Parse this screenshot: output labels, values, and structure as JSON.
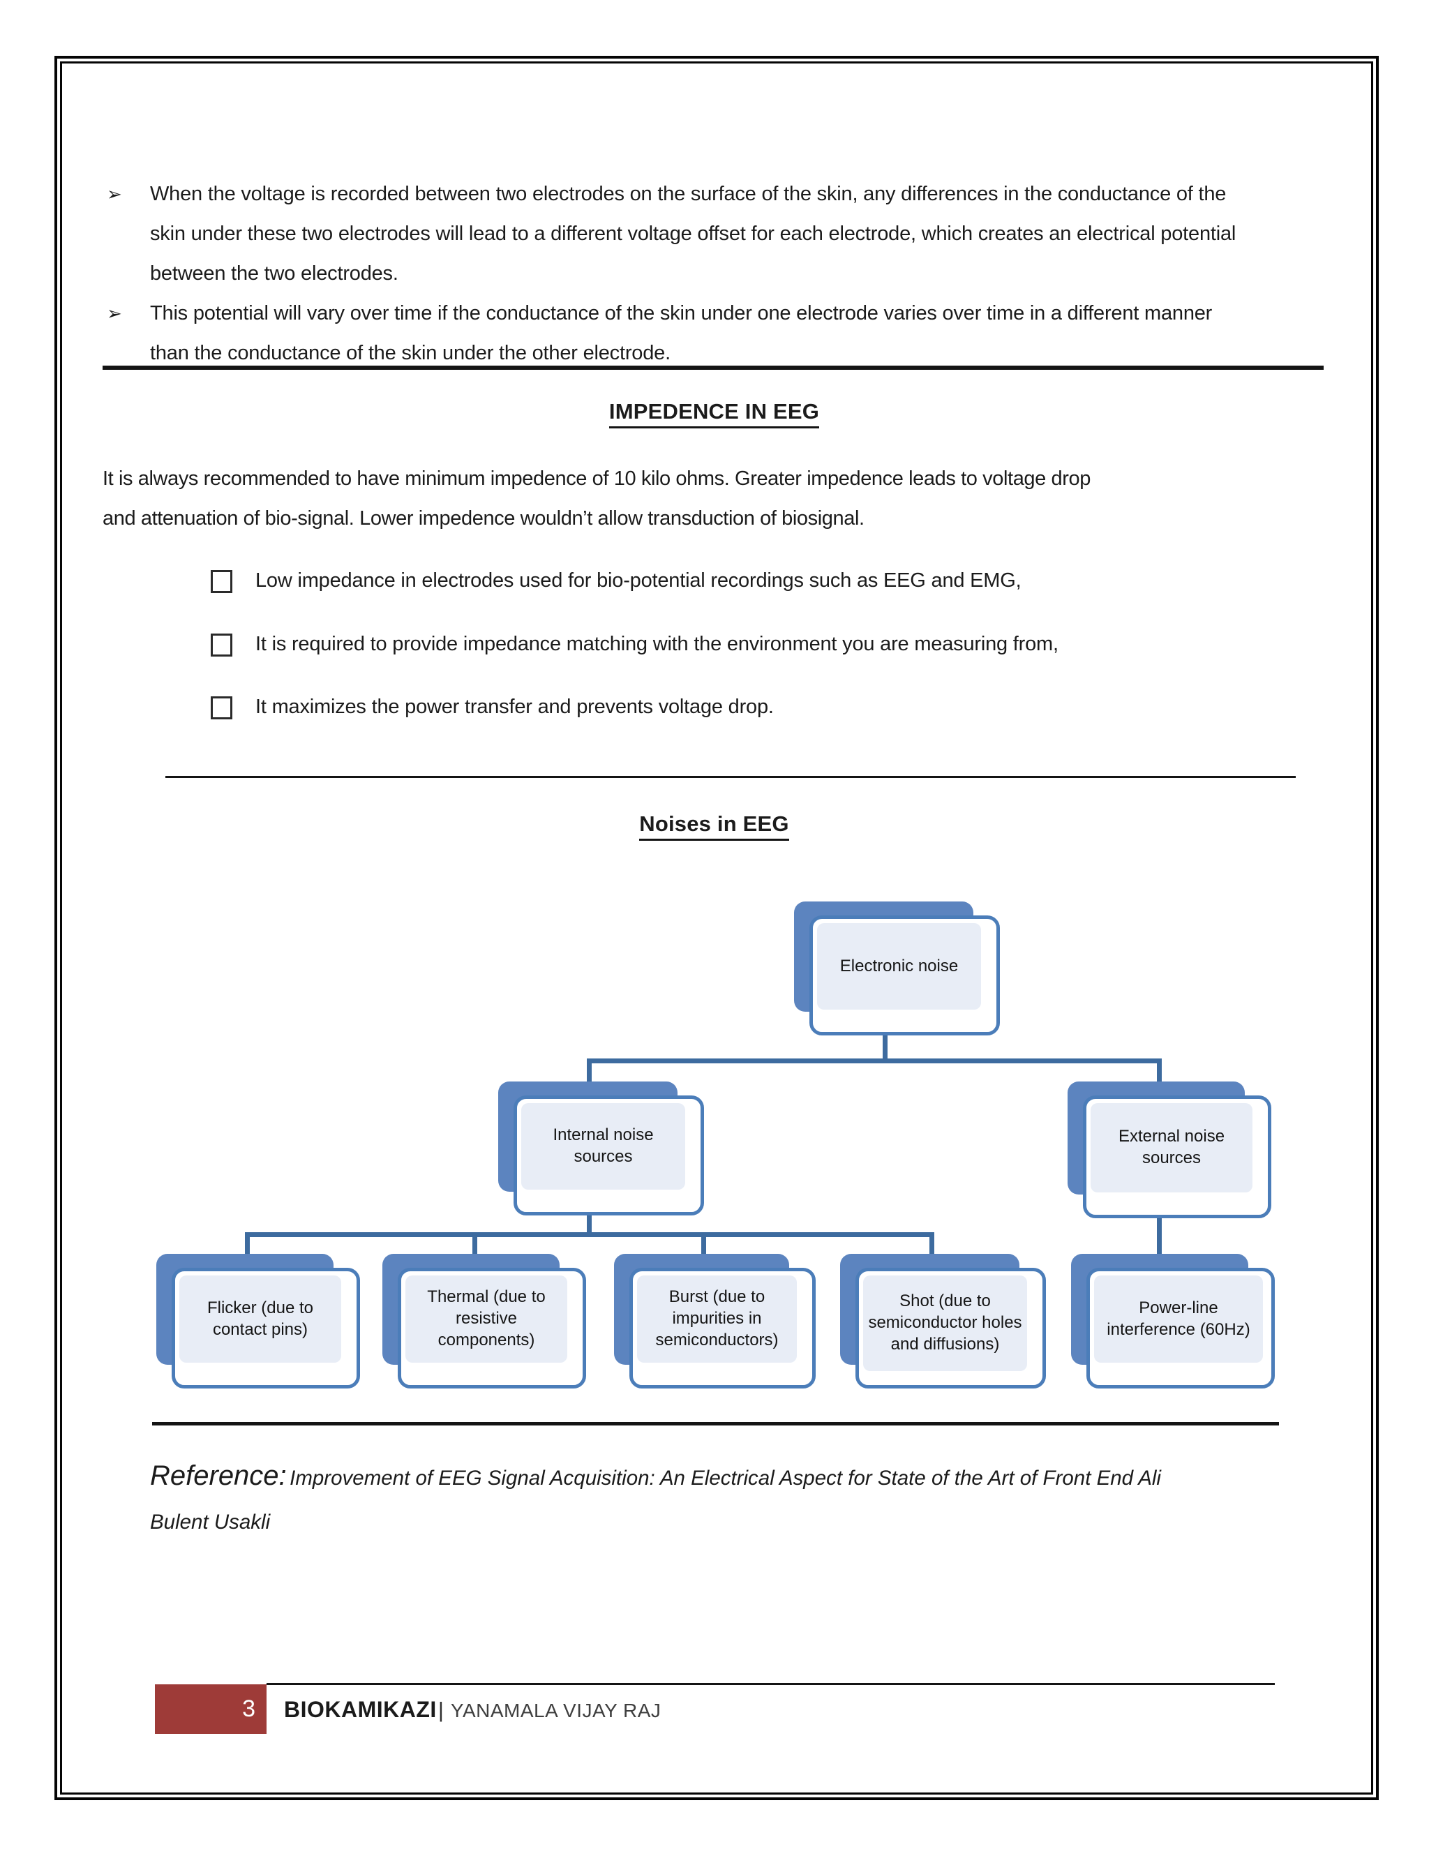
{
  "document": {
    "bullet_marker": "➢",
    "bullets": [
      "When the voltage is recorded between two electrodes on the surface of the skin, any differences in the conductance of the skin under these two electrodes will lead to a different voltage offset for each electrode, which creates an electrical potential between the two electrodes.",
      "This potential will vary over time if the conductance of the skin under one electrode varies over time in a different manner than the conductance of the skin under the other electrode."
    ],
    "impedence": {
      "heading": "IMPEDENCE IN EEG",
      "paragraph": "It is always recommended to have minimum impedence of 10 kilo ohms. Greater impedence leads to voltage drop and attenuation of bio-signal. Lower impedence wouldn’t allow transduction of biosignal.",
      "checklist": [
        "Low impedance in electrodes used for bio-potential recordings such as EEG and EMG,",
        "It is required to provide impedance matching with the environment you are measuring from,",
        "It maximizes the power transfer and prevents voltage drop."
      ]
    },
    "noises": {
      "heading": "Noises in EEG"
    },
    "reference": {
      "label": "Reference:",
      "text": "Improvement of EEG Signal Acquisition: An Electrical Aspect for State of the Art of Front End Ali Bulent Usakli"
    },
    "footer": {
      "page_number": "3",
      "brand": "BIOKAMIKAZI",
      "separator": "|",
      "author": "YANAMALA VIJAY RAJ"
    }
  },
  "diagram": {
    "type": "hierarchy",
    "root": {
      "label": "Electronic noise",
      "children": [
        {
          "label": "Internal noise sources",
          "children": [
            "Flicker (due to contact pins)",
            "Thermal (due to resistive components)",
            "Burst (due to impurities in semiconductors)",
            "Shot (due to semiconductor holes and diffusions)"
          ]
        },
        {
          "label": "External noise sources",
          "children": [
            "Power-line interference (60Hz)"
          ]
        }
      ]
    },
    "colors": {
      "node_border": "#4b7db9",
      "node_back": "#5c84bf",
      "node_panel": "#e8edf6",
      "connector": "#3d6b9f",
      "footer_badge": "#9e3b38"
    }
  }
}
